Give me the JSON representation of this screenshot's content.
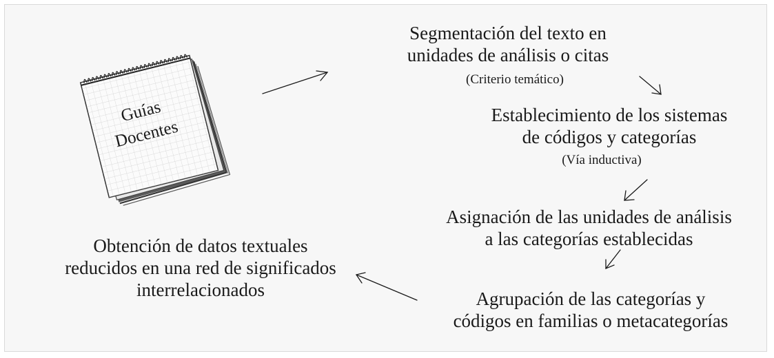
{
  "notebook": {
    "label_line1": "Guías",
    "label_line2": "Docentes"
  },
  "steps": {
    "step1": {
      "line1": "Segmentación del texto en",
      "line2": "unidades de análisis o citas",
      "note": "(Criterio temático)"
    },
    "step2": {
      "line1": "Establecimiento de los sistemas",
      "line2": "de códigos y categorías",
      "note": "(Vía inductiva)"
    },
    "step3": {
      "line1": "Asignación de las unidades de análisis",
      "line2": "a las categorías establecidas"
    },
    "step4": {
      "line1": "Agrupación de las categorías y",
      "line2": "códigos en familias o metacategorías"
    },
    "step5": {
      "line1": "Obtención de datos textuales",
      "line2": "reducidos en una red de significados",
      "line3": "interrelacionados"
    }
  }
}
